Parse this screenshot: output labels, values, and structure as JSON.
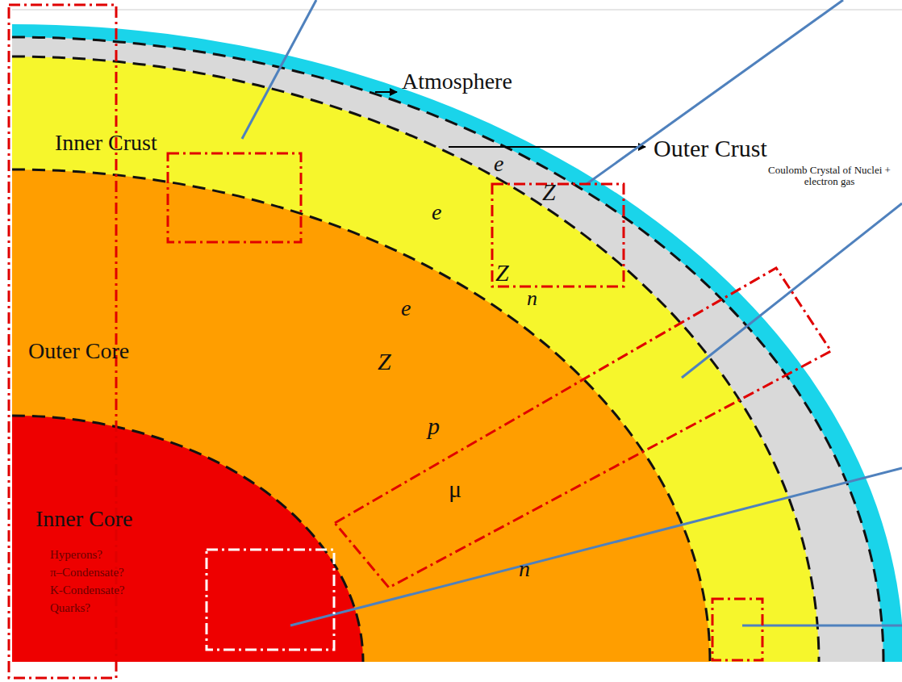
{
  "diagram": {
    "labels": [
      "Atmosphere",
      "Inner Crust",
      "Outer Crust",
      "Coulomb Crystal of Nuclei + electron gas",
      "e",
      "Z",
      "e",
      "Z",
      "n",
      "e",
      "Outer Core",
      "Z",
      "p",
      "μ",
      "Inner Core",
      "Hyperons?",
      "π–Condensate?",
      "K-Condensate?",
      "Quarks?",
      "n"
    ]
  }
}
